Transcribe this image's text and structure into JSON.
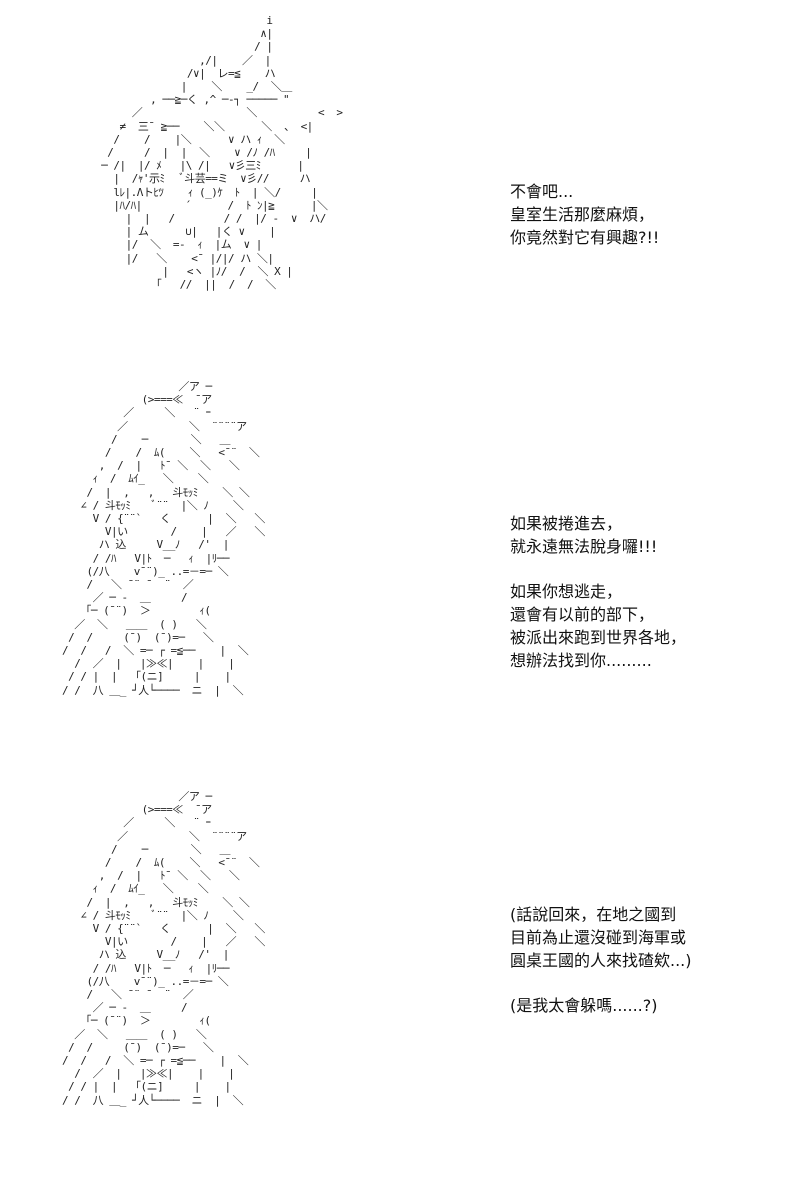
{
  "panels": [
    {
      "dialogue": {
        "lines": [
          "不會吧...",
          "皇室生活那麼麻煩，",
          "你竟然對它有興趣?!!"
        ]
      },
      "art_lines": [
        "                            i",
        "                           ∧|",
        "                          / |",
        "                 ,/|    ／  |",
        "               /∨|  レ=≦    ハ",
        "              |    ＼    _/  ＼＿",
        "         , ──≧─く ,^ ─-┐ ───── \"",
        "      ／                 ＼          <  >",
        "    ≠  三¯ ≧──    ＼＼      ＼  、 <|",
        "   /    /    |＼      ∨ ハ ｨ  ＼",
        "  /     /  |  |  ＼    ∨ /ﾉ /ﾊ     |",
        " ─ /|  |/ ﾒ   |\\ /|   ∨彡三ﾐ      |",
        "   |  /ｬ'示ﾐ   ﾞ斗芸==ミ  ∨彡//     ハ",
        "   lﾚ|.Λトﾋﾂ    ｨ (_)ｹ  ﾄ  | ＼/     |",
        "   |ﾊ/ﾊ|       ´      /  ﾄ ﾝ|≧      |＼",
        "     |  |   /        / /  |/ -  ∨  ハ/",
        "     | ム      ∪|   |く ∨    |",
        "     |/  ＼  =-  ｨ  |ム  ∨ |",
        "     |/   ＼    <¯ |/|/ ハ ＼|",
        "           |   <ヽ |ﾉ/  /  ＼ X |",
        "          ｢   //  ||  /  /  ＼"
      ]
    },
    {
      "dialogue": {
        "lines": [
          "如果被捲進去，",
          "就永遠無法脫身囉!!!"
        ]
      },
      "art_lines": [
        "                   ／ア ─",
        "             (>===≪  ¯ア",
        "          ／     ＼   ¨ ｰ",
        "         ／          ＼  ¨¨¨¨ア",
        "        /    ─       ＼   ＿",
        "       /    /  ﾑ(    ＼   <¯¨  ＼",
        "      ,  /  |   ﾄ¯ ＼  ＼   ＼",
        "     ｨ  /  ﾑｲ_   ＼    ＼",
        "    /  |  ,   ,   斗ﾓｯﾐ    ＼ ＼",
        "   ∠ / 斗ﾓｯﾐ    ﾞ¨¨  |＼ ﾉ    ＼",
        "     V / {¨¨`   く      |  ＼   ＼",
        "       V|い       /    |   ／   ＼",
        "      ハ 込     V__ﾉ   /'  |",
        "     / /ﾊ   V|ﾄ  ─   ｨ  |ﾘ──",
        "    (/八    v¯¨)_ ..=－=─ ＼",
        "    /   ＼ ¯¨ ¯  ¨  ／",
        "     ／ ─ -  ＿     /",
        "   「─ (¯¨)  ＞        ｨ(",
        "  ／  ＼   ＿＿  ( )   ＼",
        " /  /     (¯)  (¯)=─   ＼",
        "/  /   /  ＼ =─ ┌ =≦──    |  ＼",
        "  /  ／  |   |≫≪|    |    |",
        " / / |  |   ｢(ニ]     |    |",
        "/ /  八 ＿_ ┘人└────  ニ  |  ＼"
      ]
    },
    {
      "dialogue": {
        "lines": [
          "如果你想逃走，",
          "還會有以前的部下，",
          "被派出來跑到世界各地，",
          "想辦法找到你........."
        ]
      }
    },
    {
      "dialogue": {
        "lines": [
          "(話說回來，在地之國到",
          "目前為止還沒碰到海軍或",
          "圓桌王國的人來找碴欸...)"
        ]
      },
      "art_lines": [
        "                   ／ア ─",
        "             (>===≪  ¯ア",
        "          ／     ＼   ¨ ｰ",
        "         ／          ＼  ¨¨¨¨ア",
        "        /    ─       ＼   ＿",
        "       /    /  ﾑ(    ＼   <¯¨  ＼",
        "      ,  /  |   ﾄ¯ ＼  ＼   ＼",
        "     ｨ  /  ﾑｲ_   ＼    ＼",
        "    /  |  ,   ,   斗ﾓｯﾐ    ＼ ＼",
        "   ∠ / 斗ﾓｯﾐ    ﾞ¨¨  |＼ ﾉ    ＼",
        "     V / {¨¨`   く      |  ＼   ＼",
        "       V|い       /    |   ／   ＼",
        "      ハ 込     V__ﾉ   /'  |",
        "     / /ﾊ   V|ﾄ  ─   ｨ  |ﾘ──",
        "    (/八    v¯¨)_ ..=－=─ ＼",
        "    /   ＼ ¯¨ ¯  ¨  ／",
        "     ／ ─ -  ＿     /",
        "   「─ (¯¨)  ＞        ｨ(",
        "  ／  ＼   ＿＿  ( )   ＼",
        " /  /     (¯)  (¯)=─   ＼",
        "/  /   /  ＼ =─ ┌ =≦──    |  ＼",
        "  /  ／  |   |≫≪|    |    |",
        " / / |  |   ｢(ニ]     |    |",
        "/ /  八 ＿_ ┘人└────  ニ  |  ＼"
      ]
    },
    {
      "dialogue": {
        "lines": [
          "(是我太會躲嗎......?)"
        ]
      }
    }
  ]
}
